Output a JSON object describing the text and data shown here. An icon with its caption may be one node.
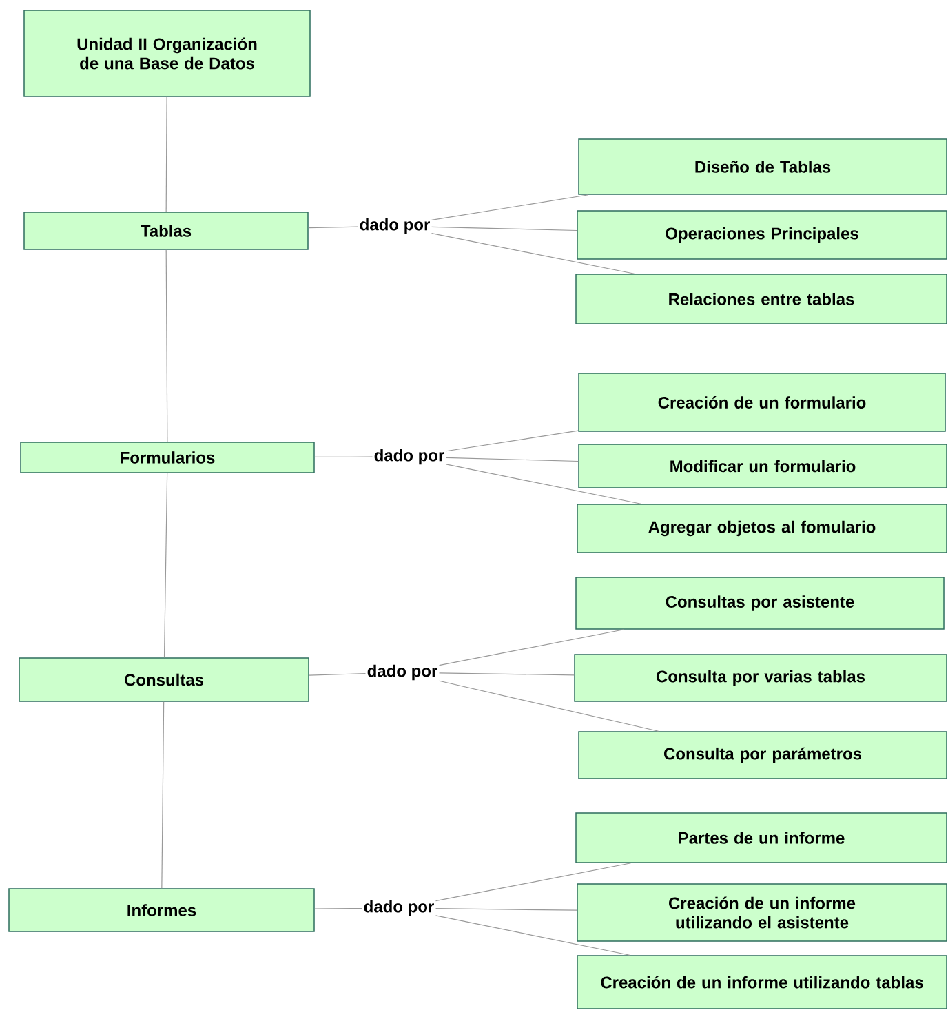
{
  "diagram": {
    "nodes": [
      {
        "text": [
          "Unidad II Organización de una Base de Datos"
        ]
      },
      {
        "text": [
          "Tablas"
        ]
      },
      {
        "text": [
          "dado por"
        ]
      },
      {
        "text": [
          "Diseño de Tablas"
        ]
      },
      {
        "text": [
          "Operaciones Principales"
        ]
      },
      {
        "text": [
          "Relaciones entre tablas"
        ]
      },
      {
        "text": [
          "Formularios"
        ]
      },
      {
        "text": [
          "dado por"
        ]
      },
      {
        "text": [
          "Creación de un formulario"
        ]
      },
      {
        "text": [
          "Modificar un formulario"
        ]
      },
      {
        "text": [
          "Agregar objetos al fomulario"
        ]
      },
      {
        "text": [
          "Consultas"
        ]
      },
      {
        "text": [
          "dado por"
        ]
      },
      {
        "text": [
          "Consultas por asistente"
        ]
      },
      {
        "text": [
          "Consulta por varias tablas"
        ]
      },
      {
        "text": [
          "Consulta  por parámetros"
        ]
      },
      {
        "text": [
          "Informes"
        ]
      },
      {
        "text": [
          "dado por"
        ]
      },
      {
        "text": [
          "Partes de un informe"
        ]
      },
      {
        "text": [
          "Creación de un informe utilizando el asistente"
        ]
      },
      {
        "text": [
          "Creación de un informe utilizando tablas"
        ]
      }
    ],
    "edges": [
      {
        "from": 0,
        "to": 1,
        "arrow": "none"
      },
      {
        "from": 1,
        "to": 6,
        "arrow": "none"
      },
      {
        "from": 6,
        "to": 11,
        "arrow": "none"
      },
      {
        "from": 11,
        "to": 16,
        "arrow": "none"
      },
      {
        "from": 1,
        "to": 2,
        "arrow": "none"
      },
      {
        "from": 2,
        "to": 3,
        "arrow": "none"
      },
      {
        "from": 2,
        "to": 4,
        "arrow": "none"
      },
      {
        "from": 2,
        "to": 5,
        "arrow": "none"
      },
      {
        "from": 6,
        "to": 7,
        "arrow": "none"
      },
      {
        "from": 7,
        "to": 8,
        "arrow": "none"
      },
      {
        "from": 7,
        "to": 9,
        "arrow": "none"
      },
      {
        "from": 7,
        "to": 10,
        "arrow": "none"
      },
      {
        "from": 11,
        "to": 12,
        "arrow": "none"
      },
      {
        "from": 12,
        "to": 13,
        "arrow": "none"
      },
      {
        "from": 12,
        "to": 14,
        "arrow": "none"
      },
      {
        "from": 12,
        "to": 15,
        "arrow": "none"
      },
      {
        "from": 16,
        "to": 17,
        "arrow": "none"
      },
      {
        "from": 17,
        "to": 18,
        "arrow": "none"
      },
      {
        "from": 17,
        "to": 19,
        "arrow": "none"
      },
      {
        "from": 17,
        "to": 20,
        "arrow": "none"
      }
    ]
  }
}
